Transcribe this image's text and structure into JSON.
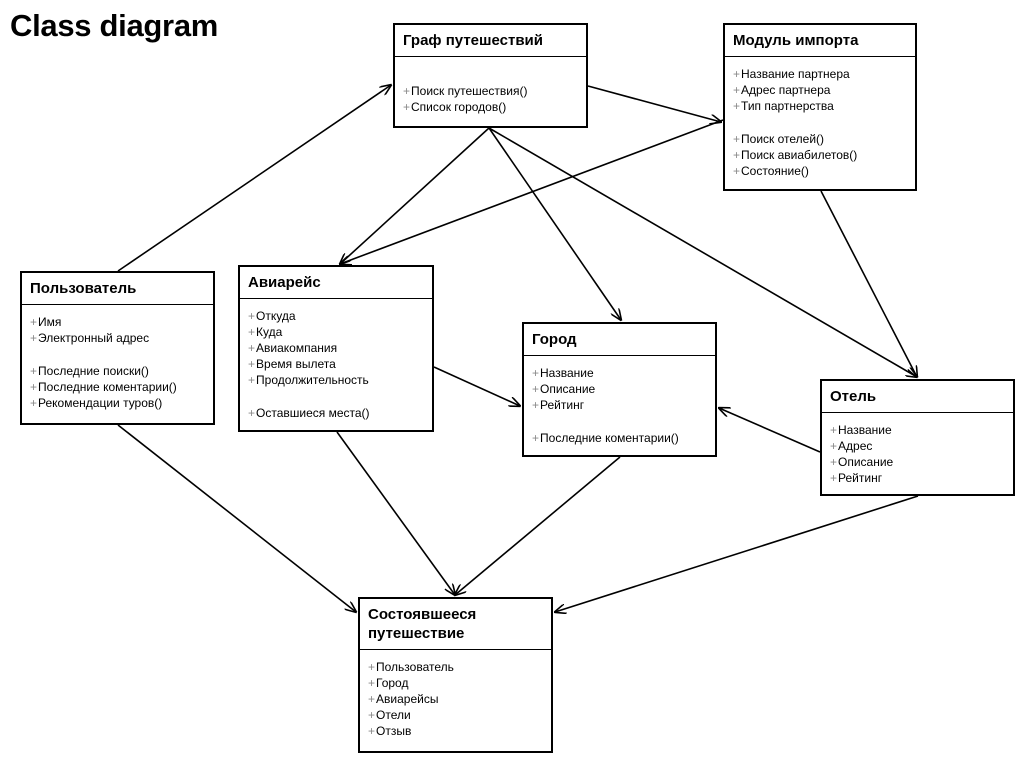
{
  "title": "Class diagram",
  "classes": [
    {
      "id": "graph",
      "name": "Граф путешествий",
      "sections": [
        [],
        [
          "Поиск путешествия()",
          "Список городов()"
        ]
      ]
    },
    {
      "id": "import",
      "name": "Модуль импорта",
      "sections": [
        [
          "Название партнера",
          "Адрес партнера",
          "Тип партнерства"
        ],
        [
          "Поиск отелей()",
          "Поиск авиабилетов()",
          "Состояние()"
        ]
      ]
    },
    {
      "id": "user",
      "name": "Пользователь",
      "sections": [
        [
          "Имя",
          "Электронный адрес"
        ],
        [
          "Последние поиски()",
          "Последние коментарии()",
          "Рекомендации туров()"
        ]
      ]
    },
    {
      "id": "flight",
      "name": "Авиарейс",
      "sections": [
        [
          "Откуда",
          "Куда",
          "Авиакомпания",
          "Время вылета",
          "Продолжительность"
        ],
        [
          "Оставшиеся места()"
        ]
      ]
    },
    {
      "id": "city",
      "name": "Город",
      "sections": [
        [
          "Название",
          "Описание",
          "Рейтинг"
        ],
        [
          "Последние коментарии()"
        ]
      ]
    },
    {
      "id": "hotel",
      "name": "Отель",
      "sections": [
        [
          "Название",
          "Адрес",
          "Описание",
          "Рейтинг"
        ]
      ]
    },
    {
      "id": "trip",
      "name": "Состоявшееся путешествие",
      "sections": [
        [
          "Пользователь",
          "Город",
          "Авиарейсы",
          "Отели",
          "Отзыв"
        ]
      ]
    }
  ],
  "associations": [
    {
      "from": "user",
      "to": "graph"
    },
    {
      "from": "graph",
      "to": "import"
    },
    {
      "from": "graph",
      "to": "flight"
    },
    {
      "from": "graph",
      "to": "city"
    },
    {
      "from": "graph",
      "to": "hotel"
    },
    {
      "from": "import",
      "to": "flight"
    },
    {
      "from": "import",
      "to": "hotel"
    },
    {
      "from": "flight",
      "to": "city"
    },
    {
      "from": "hotel",
      "to": "city"
    },
    {
      "from": "user",
      "to": "trip"
    },
    {
      "from": "flight",
      "to": "trip"
    },
    {
      "from": "city",
      "to": "trip"
    },
    {
      "from": "hotel",
      "to": "trip"
    }
  ]
}
